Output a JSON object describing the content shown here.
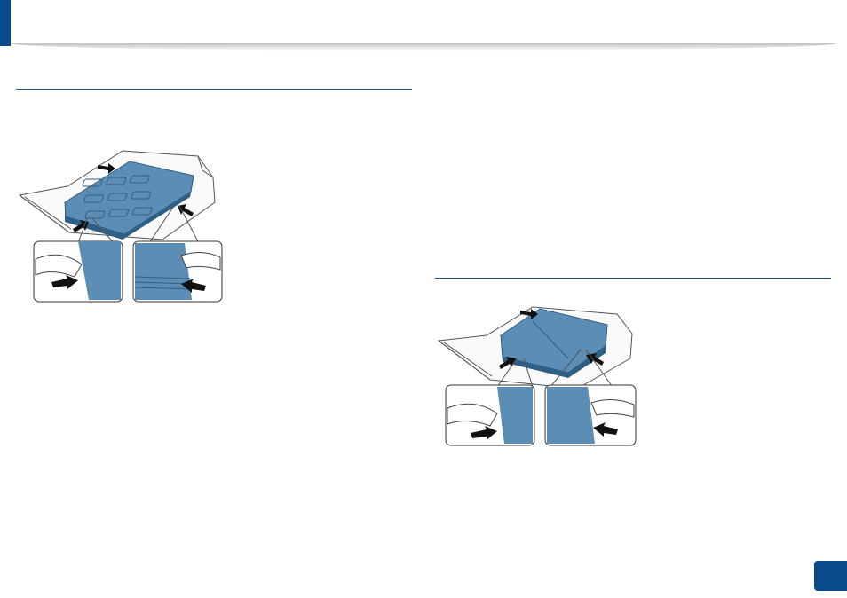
{
  "colors": {
    "brand_blue": "#0a4a8a",
    "rule_blue": "#1b4f8f",
    "paper_blue": "#5b8db5",
    "paper_dark": "#2e5f86",
    "line_gray": "#555555"
  },
  "page_number": "",
  "figures": [
    {
      "name": "figure-label-paper-loading",
      "icon": "tray-label-paper-illustration"
    },
    {
      "name": "figure-card-stock-loading",
      "icon": "tray-card-stock-illustration"
    }
  ]
}
